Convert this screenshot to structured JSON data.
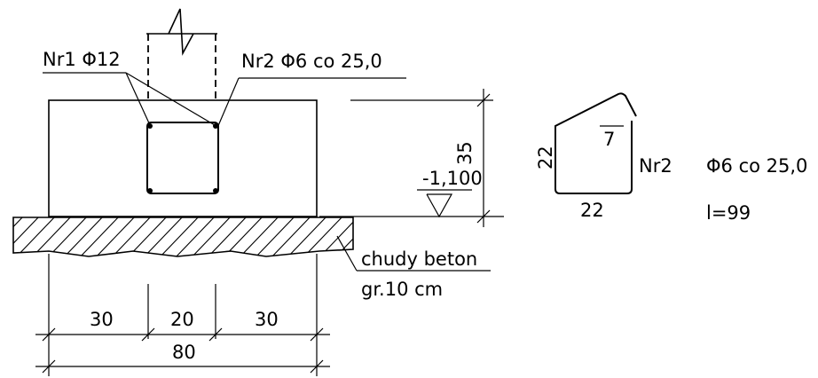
{
  "labels": {
    "rebar_nr1": "Nr1 Φ12",
    "rebar_nr2": "Nr2 Φ6 co 25,0",
    "level": "-1,100",
    "height_dim": "35",
    "lean_concrete": "chudy beton",
    "lean_concrete_thickness": "gr.10 cm",
    "dim_left": "30",
    "dim_middle": "20",
    "dim_right": "30",
    "dim_total": "80"
  },
  "stirrup_detail": {
    "side_left": "22",
    "side_bottom": "22",
    "hook": "7",
    "mark": "Nr2",
    "spec": "Φ6 co 25,0",
    "length": "l=99"
  }
}
